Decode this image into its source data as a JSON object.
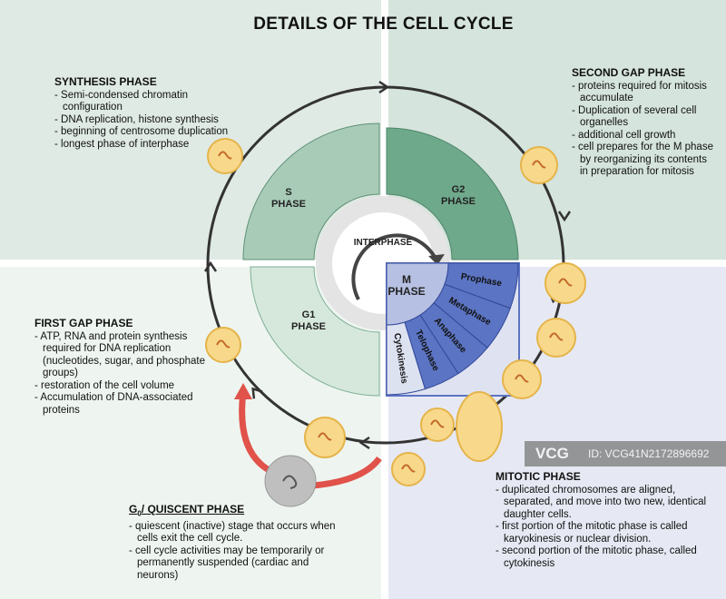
{
  "title": "DETAILS OF THE CELL CYCLE",
  "colors": {
    "s_phase": "#a8cbb8",
    "g2_phase": "#6fa98b",
    "g1_phase": "#d6e8dc",
    "m_inner": "#b6c0e2",
    "m_outer": "#5b74c3",
    "cytokinesis": "#dde2f0",
    "cell": "#f8d98c",
    "arrow": "#333333",
    "g0_arrow": "#e0524a"
  },
  "diagram": {
    "interphase": "INTERPHASE",
    "s": [
      "S",
      "PHASE"
    ],
    "g2": [
      "G2",
      "PHASE"
    ],
    "g1": [
      "G1",
      "PHASE"
    ],
    "m": [
      "M",
      "PHASE"
    ],
    "m_stages": [
      "Prophase",
      "Metaphase",
      "Anaphase",
      "Telophase",
      "Cytokinesis"
    ]
  },
  "synthesis": {
    "heading": "SYNTHESIS PHASE",
    "items": [
      "Semi-condensed chromatin configuration",
      "DNA replication, histone synthesis",
      "beginning of centrosome duplication",
      "longest phase of interphase"
    ]
  },
  "second_gap": {
    "heading": "SECOND GAP PHASE",
    "items": [
      "proteins required for mitosis accumulate",
      "Duplication of several cell organelles",
      "additional cell growth",
      "cell prepares for the M phase by reorganizing its contents in  preparation for mitosis"
    ]
  },
  "first_gap": {
    "heading": "FIRST GAP PHASE",
    "items": [
      "ATP, RNA and protein synthesis required for DNA replication (nucleotides, sugar, and phosphate groups)",
      "restoration of the cell volume",
      "Accumulation of DNA-associated proteins"
    ]
  },
  "g0": {
    "heading_main": "G",
    "heading_sub": "0",
    "heading_rest": "/ QUISCENT PHASE",
    "items": [
      "quiescent (inactive) stage that occurs when cells exit the cell cycle.",
      "cell cycle activities may be temporarily or permanently suspended (cardiac and neurons)"
    ]
  },
  "mitotic": {
    "heading": "MITOTIC PHASE",
    "items": [
      "duplicated chromosomes are aligned, separated, and move into two new, identical daughter cells.",
      "first portion of the mitotic phase is called karyokinesis or nuclear division.",
      "second portion of the mitotic phase, called cytokinesis"
    ]
  },
  "watermark": {
    "logo": "VCG",
    "id": "ID: VCG41N2172896692"
  }
}
